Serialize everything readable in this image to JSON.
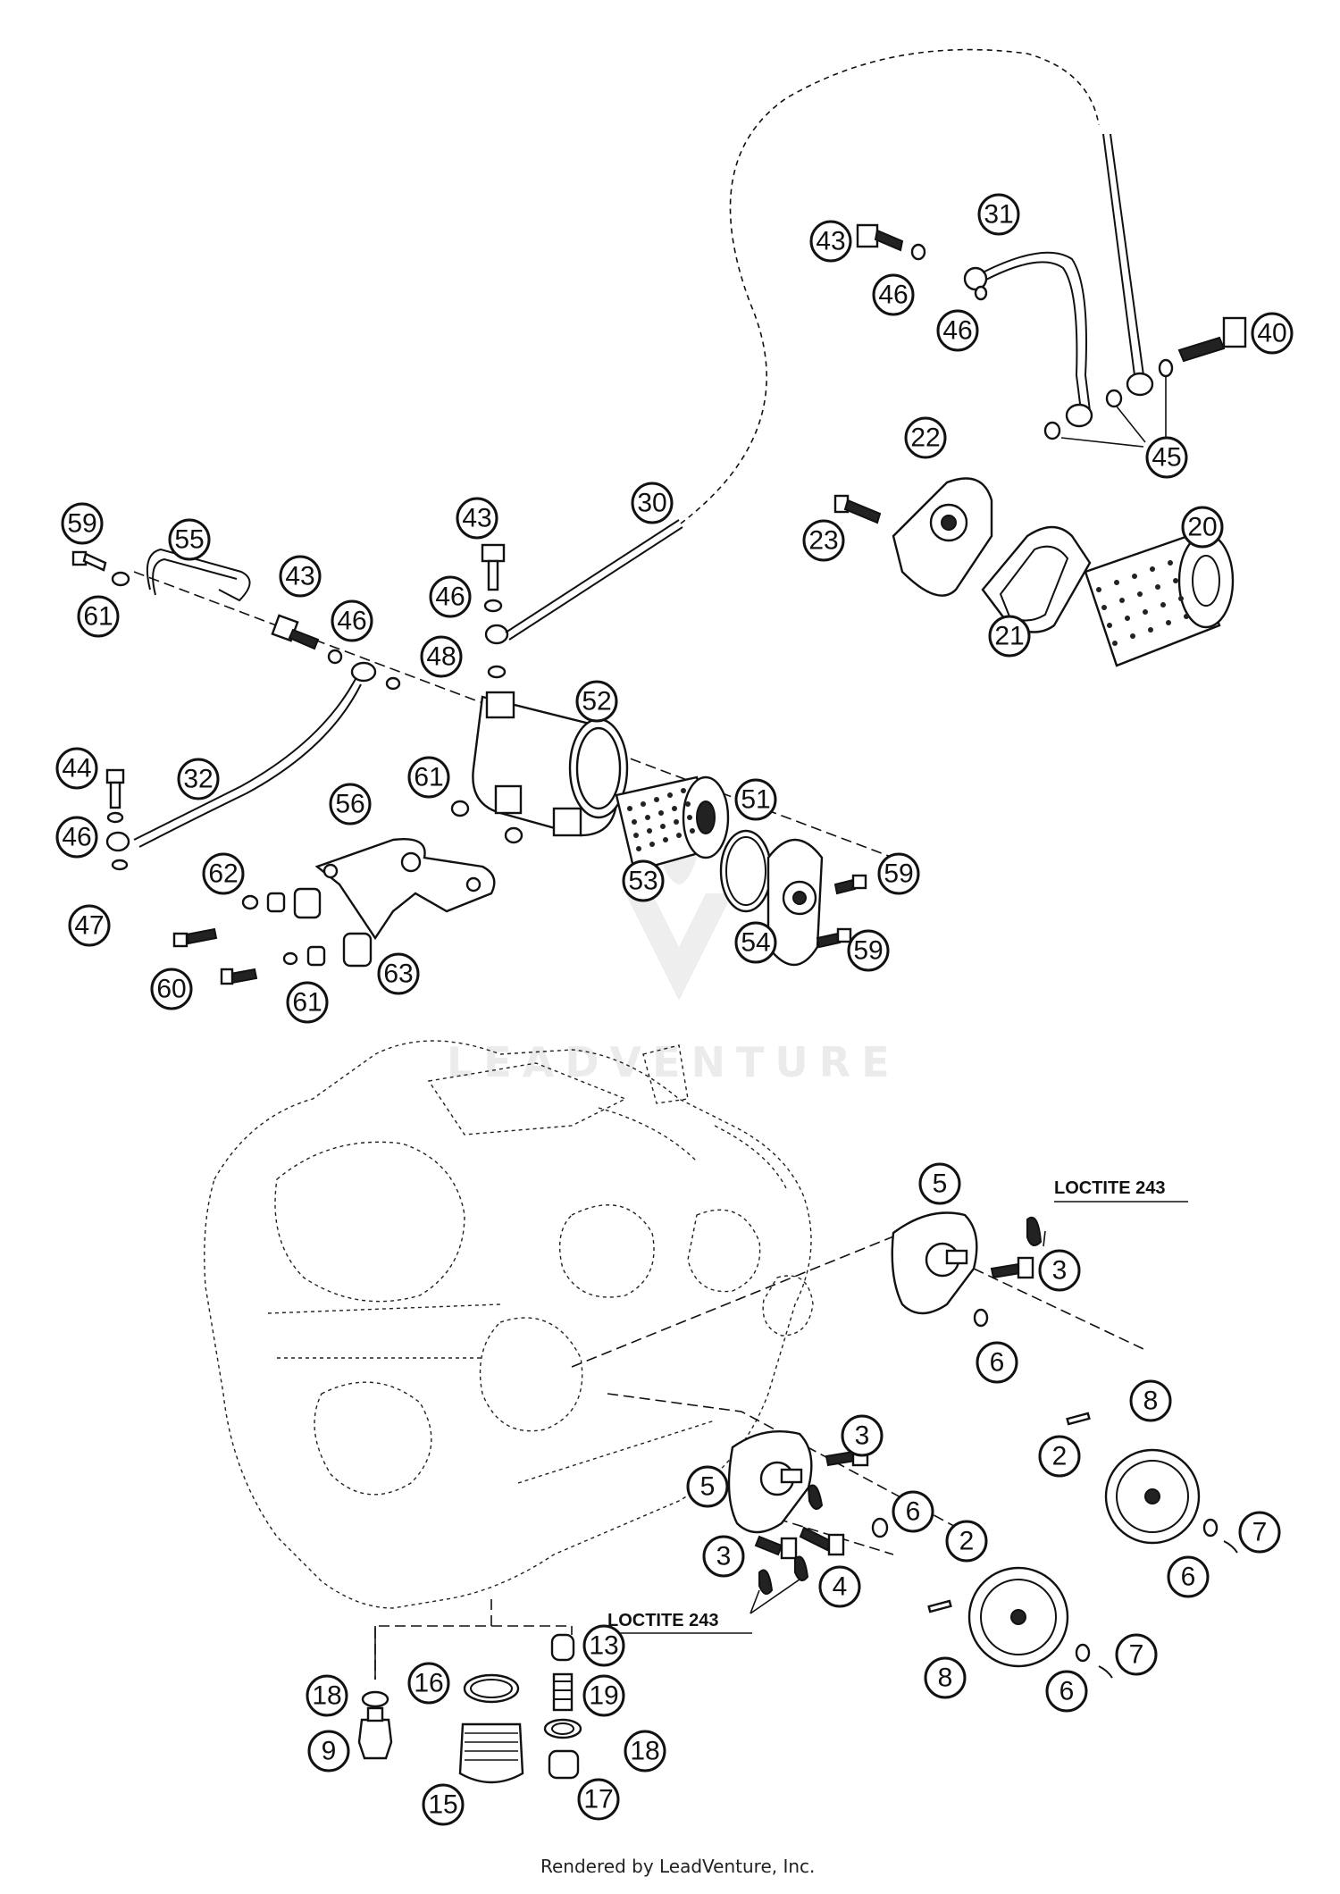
{
  "diagram": {
    "callouts": [
      {
        "id": "c59a",
        "label": "59"
      },
      {
        "id": "c55",
        "label": "55"
      },
      {
        "id": "c61a",
        "label": "61"
      },
      {
        "id": "c43a",
        "label": "43"
      },
      {
        "id": "c46a",
        "label": "46"
      },
      {
        "id": "c43b",
        "label": "43"
      },
      {
        "id": "c46b",
        "label": "46"
      },
      {
        "id": "c48",
        "label": "48"
      },
      {
        "id": "c30",
        "label": "30"
      },
      {
        "id": "c52",
        "label": "52"
      },
      {
        "id": "c44",
        "label": "44"
      },
      {
        "id": "c32",
        "label": "32"
      },
      {
        "id": "c46c",
        "label": "46"
      },
      {
        "id": "c47",
        "label": "47"
      },
      {
        "id": "c56",
        "label": "56"
      },
      {
        "id": "c61b",
        "label": "61"
      },
      {
        "id": "c62",
        "label": "62"
      },
      {
        "id": "c60",
        "label": "60"
      },
      {
        "id": "c61c",
        "label": "61"
      },
      {
        "id": "c63",
        "label": "63"
      },
      {
        "id": "c53",
        "label": "53"
      },
      {
        "id": "c51",
        "label": "51"
      },
      {
        "id": "c54",
        "label": "54"
      },
      {
        "id": "c59b",
        "label": "59"
      },
      {
        "id": "c59c",
        "label": "59"
      },
      {
        "id": "c43c",
        "label": "43"
      },
      {
        "id": "c46d",
        "label": "46"
      },
      {
        "id": "c31",
        "label": "31"
      },
      {
        "id": "c46e",
        "label": "46"
      },
      {
        "id": "c40",
        "label": "40"
      },
      {
        "id": "c45",
        "label": "45"
      },
      {
        "id": "c22",
        "label": "22"
      },
      {
        "id": "c23",
        "label": "23"
      },
      {
        "id": "c20",
        "label": "20"
      },
      {
        "id": "c21",
        "label": "21"
      },
      {
        "id": "c5a",
        "label": "5"
      },
      {
        "id": "c3a",
        "label": "3"
      },
      {
        "id": "c8a",
        "label": "8"
      },
      {
        "id": "c6a",
        "label": "6"
      },
      {
        "id": "c2a",
        "label": "2"
      },
      {
        "id": "c7a",
        "label": "7"
      },
      {
        "id": "c6b",
        "label": "6"
      },
      {
        "id": "c5b",
        "label": "5"
      },
      {
        "id": "c3b",
        "label": "3"
      },
      {
        "id": "c6c",
        "label": "6"
      },
      {
        "id": "c2b",
        "label": "2"
      },
      {
        "id": "c3c",
        "label": "3"
      },
      {
        "id": "c4",
        "label": "4"
      },
      {
        "id": "c8b",
        "label": "8"
      },
      {
        "id": "c7b",
        "label": "7"
      },
      {
        "id": "c6d",
        "label": "6"
      },
      {
        "id": "c13",
        "label": "13"
      },
      {
        "id": "c18a",
        "label": "18"
      },
      {
        "id": "c16",
        "label": "16"
      },
      {
        "id": "c19",
        "label": "19"
      },
      {
        "id": "c18b",
        "label": "18"
      },
      {
        "id": "c9",
        "label": "9"
      },
      {
        "id": "c15",
        "label": "15"
      },
      {
        "id": "c17",
        "label": "17"
      }
    ],
    "notes": {
      "loctite_top": "LOCTITE 243",
      "loctite_bottom": "LOCTITE 243"
    },
    "watermark": "LEADVENTURE",
    "footer": "Rendered by LeadVenture, Inc."
  }
}
